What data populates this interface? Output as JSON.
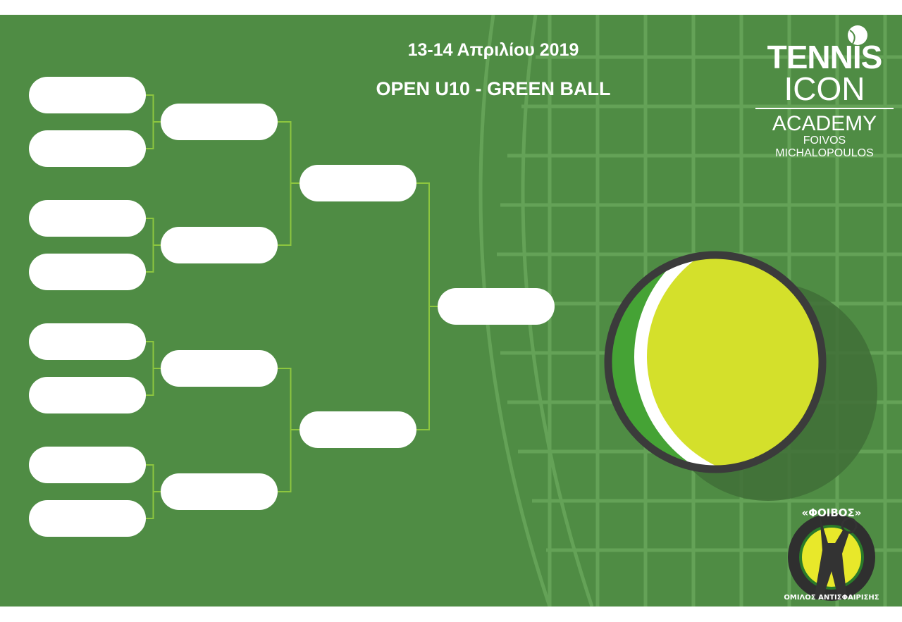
{
  "header": {
    "date": "13-14 Απριλίου 2019",
    "event": "OPEN U10 - GREEN BALL"
  },
  "logo": {
    "line1": "TENNIS",
    "line2": "ICON",
    "line3": "ACADEMY",
    "line4": "FOIVOS",
    "line5": "MICHALOPOULOS"
  },
  "badge": {
    "name": "«ΦΟΙΒΟΣ»",
    "subtitle": "ΟΜΙΛΟΣ ΑΝΤΙΣΦΑΙΡΙΣΗΣ"
  },
  "bracket": {
    "rounds": [
      {
        "name": "round-of-16",
        "slots": [
          "",
          "",
          "",
          "",
          "",
          "",
          "",
          ""
        ]
      },
      {
        "name": "quarterfinals",
        "slots": [
          "",
          "",
          "",
          ""
        ]
      },
      {
        "name": "semifinals",
        "slots": [
          "",
          ""
        ]
      },
      {
        "name": "final",
        "slots": [
          ""
        ]
      }
    ]
  },
  "colors": {
    "background": "#4f8c44",
    "connector": "#8dc63f",
    "ball_yellow": "#d4e02b",
    "ball_green": "#45a335",
    "ball_rim": "#3b3b3b"
  }
}
